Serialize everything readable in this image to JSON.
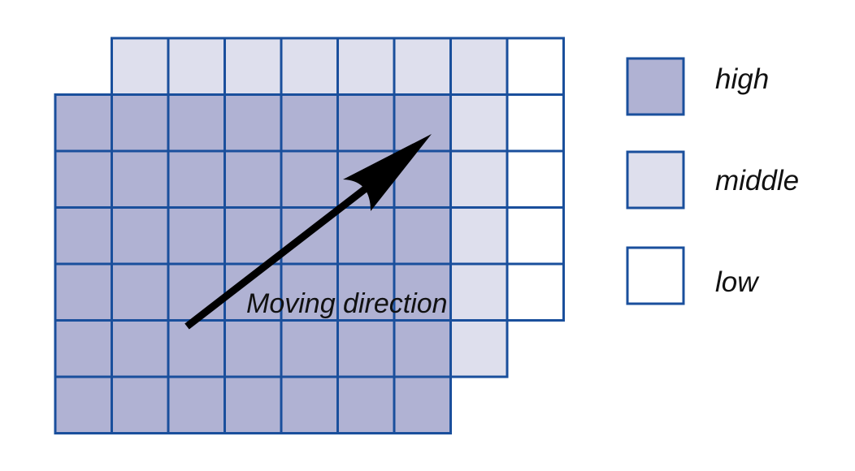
{
  "colors": {
    "high": "#b0b2d3",
    "middle": "#dedfed",
    "low": "#ffffff",
    "border": "#1a4f9c",
    "arrow": "#000000"
  },
  "grid": {
    "rows": [
      {
        "offset": 1,
        "cells": [
          "middle",
          "middle",
          "middle",
          "middle",
          "middle",
          "middle",
          "middle",
          "low"
        ]
      },
      {
        "offset": 0,
        "cells": [
          "high",
          "high",
          "high",
          "high",
          "high",
          "high",
          "high",
          "middle",
          "low"
        ]
      },
      {
        "offset": 0,
        "cells": [
          "high",
          "high",
          "high",
          "high",
          "high",
          "high",
          "high",
          "middle",
          "low"
        ]
      },
      {
        "offset": 0,
        "cells": [
          "high",
          "high",
          "high",
          "high",
          "high",
          "high",
          "high",
          "middle",
          "low"
        ]
      },
      {
        "offset": 0,
        "cells": [
          "high",
          "high",
          "high",
          "high",
          "high",
          "high",
          "high",
          "middle",
          "low"
        ]
      },
      {
        "offset": 0,
        "cells": [
          "high",
          "high",
          "high",
          "high",
          "high",
          "high",
          "high",
          "middle"
        ]
      },
      {
        "offset": 0,
        "cells": [
          "high",
          "high",
          "high",
          "high",
          "high",
          "high",
          "high"
        ]
      }
    ]
  },
  "arrow": {
    "label": "Moving direction"
  },
  "legend": {
    "items": [
      {
        "level": "high",
        "label": "high"
      },
      {
        "level": "middle",
        "label": "middle"
      },
      {
        "level": "low",
        "label": "low"
      }
    ]
  }
}
